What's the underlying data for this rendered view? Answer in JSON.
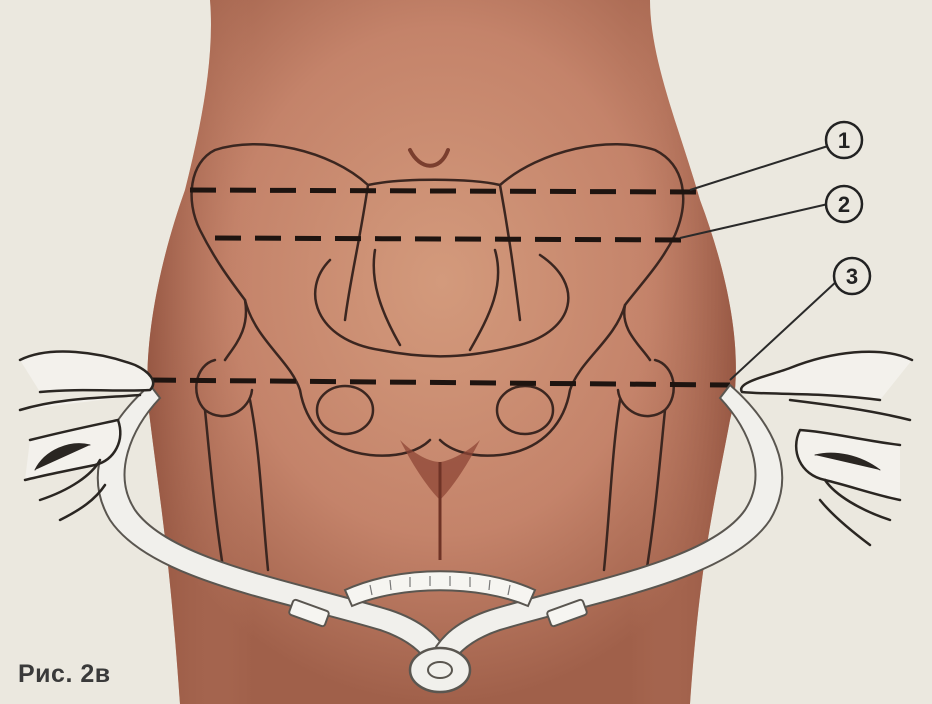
{
  "figure": {
    "caption": "Рис. 2в",
    "callouts": [
      {
        "number": "1"
      },
      {
        "number": "2"
      },
      {
        "number": "3"
      }
    ],
    "colors": {
      "background": "#ece9e1",
      "skin": "#c98a6c",
      "skin_shadow": "#9e5a43",
      "outline": "#3b2620",
      "pelvimeter": "#f1f0ec"
    }
  }
}
